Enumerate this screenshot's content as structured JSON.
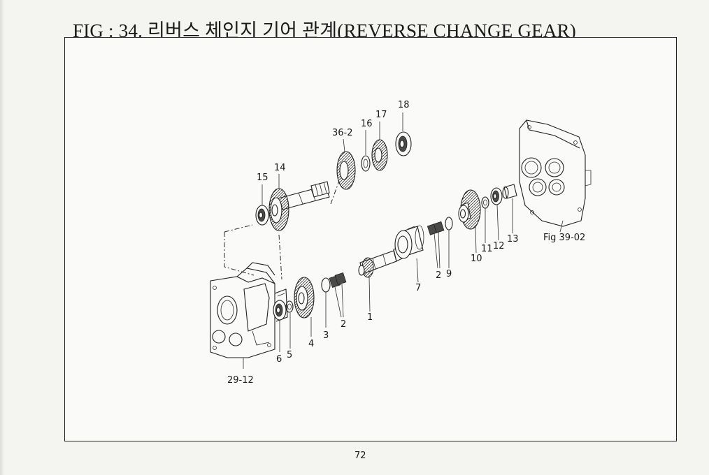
{
  "page": {
    "title": "FIG : 34. 리버스 체인지 기어 관계(REVERSE CHANGE GEAR)",
    "page_number": "72"
  },
  "diagram": {
    "callouts": [
      {
        "id": "c-18",
        "label": "18"
      },
      {
        "id": "c-17",
        "label": "17"
      },
      {
        "id": "c-16",
        "label": "16"
      },
      {
        "id": "c-36-2",
        "label": "36-2"
      },
      {
        "id": "c-15",
        "label": "15"
      },
      {
        "id": "c-14",
        "label": "14"
      },
      {
        "id": "c-fig39",
        "label": "Fig 39-02"
      },
      {
        "id": "c-13",
        "label": "13"
      },
      {
        "id": "c-12",
        "label": "12"
      },
      {
        "id": "c-11",
        "label": "11"
      },
      {
        "id": "c-10",
        "label": "10"
      },
      {
        "id": "c-9",
        "label": "9"
      },
      {
        "id": "c-2a",
        "label": "2"
      },
      {
        "id": "c-7",
        "label": "7"
      },
      {
        "id": "c-1",
        "label": "1"
      },
      {
        "id": "c-2b",
        "label": "2"
      },
      {
        "id": "c-3",
        "label": "3"
      },
      {
        "id": "c-4",
        "label": "4"
      },
      {
        "id": "c-5",
        "label": "5"
      },
      {
        "id": "c-6",
        "label": "6"
      },
      {
        "id": "c-29-12",
        "label": "29-12"
      }
    ]
  }
}
